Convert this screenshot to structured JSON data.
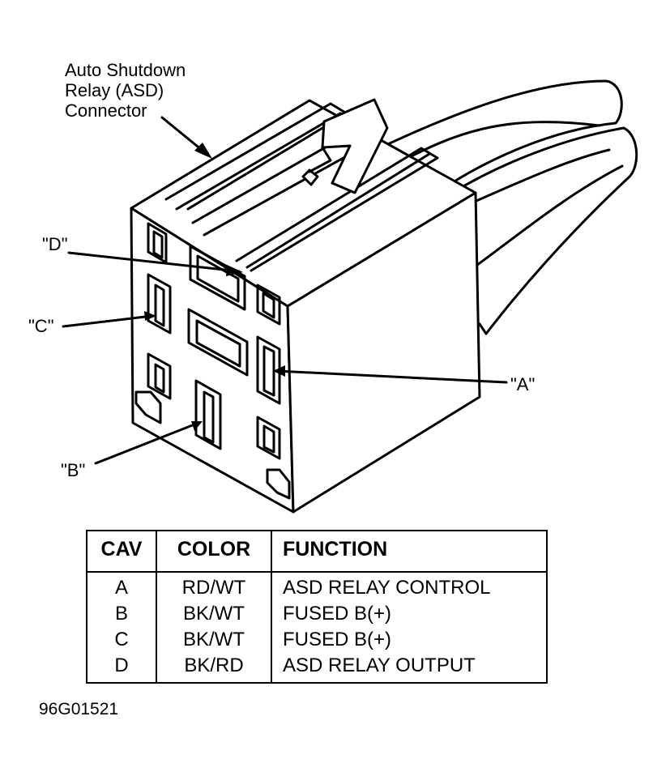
{
  "caption": {
    "line1": "Auto Shutdown",
    "line2": "Relay (ASD)",
    "line3": "Connector"
  },
  "callouts": {
    "d": "\"D\"",
    "c": "\"C\"",
    "a": "\"A\"",
    "b": "\"B\""
  },
  "table": {
    "headers": {
      "cav": "CAV",
      "color": "COLOR",
      "function": "FUNCTION"
    },
    "rows": [
      {
        "cav": "A",
        "color": "RD/WT",
        "function": "ASD RELAY CONTROL"
      },
      {
        "cav": "B",
        "color": "BK/WT",
        "function": "FUSED B(+)"
      },
      {
        "cav": "C",
        "color": "BK/WT",
        "function": "FUSED B(+)"
      },
      {
        "cav": "D",
        "color": "BK/RD",
        "function": "ASD RELAY OUTPUT"
      }
    ]
  },
  "figure_id": "96G01521"
}
